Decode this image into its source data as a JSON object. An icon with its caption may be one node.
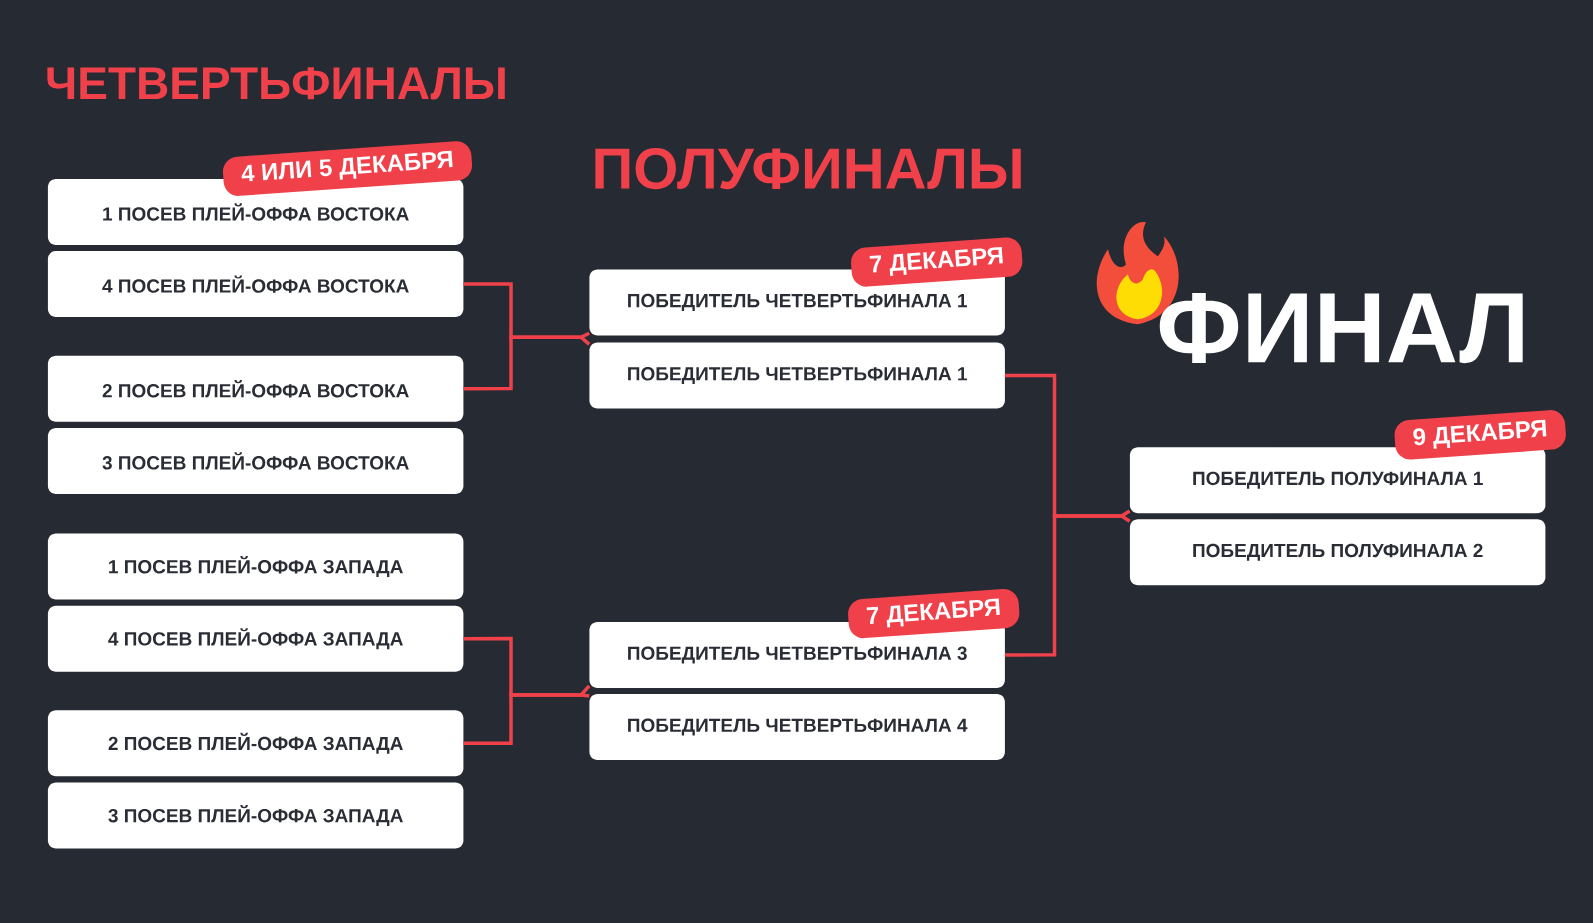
{
  "diagram": {
    "nodes": [
      {
        "text": [
          "1 ПОСЕВ ПЛЕЙ-ОФФА ВОСТОКА"
        ],
        "beside": [
          "4 ИЛИ 5 ДЕКАБРЯ"
        ]
      },
      {
        "text": [
          "4 ПОСЕВ ПЛЕЙ-ОФФА ВОСТОКА"
        ]
      },
      {
        "text": [
          "2 ПОСЕВ ПЛЕЙ-ОФФА ВОСТОКА"
        ]
      },
      {
        "text": [
          "3 ПОСЕВ ПЛЕЙ-ОФФА ВОСТОКА"
        ]
      },
      {
        "text": [
          "1 ПОСЕВ ПЛЕЙ-ОФФА ЗАПАДА"
        ]
      },
      {
        "text": [
          "4 ПОСЕВ ПЛЕЙ-ОФФА ЗАПАДА"
        ]
      },
      {
        "text": [
          "2 ПОСЕВ ПЛЕЙ-ОФФА ЗАПАДА"
        ]
      },
      {
        "text": [
          "3 ПОСЕВ ПЛЕЙ-ОФФА ЗАПАДА"
        ]
      },
      {
        "text": [
          "ПОБЕДИТЕЛЬ ЧЕТВЕРТЬФИНАЛА 1"
        ],
        "beside": [
          "7 ДЕКАБРЯ"
        ]
      },
      {
        "text": [
          "ПОБЕДИТЕЛЬ ЧЕТВЕРТЬФИНАЛА 1"
        ]
      },
      {
        "text": [
          "ПОБЕДИТЕЛЬ ЧЕТВЕРТЬФИНАЛА 3"
        ],
        "beside": [
          "7 ДЕКАБРЯ"
        ]
      },
      {
        "text": [
          "ПОБЕДИТЕЛЬ ЧЕТВЕРТЬФИНАЛА 4"
        ]
      },
      {
        "text": [
          "ПОБЕДИТЕЛЬ ПОЛУФИНАЛА 1"
        ],
        "beside": [
          "9 ДЕКАБРЯ"
        ]
      },
      {
        "text": [
          "ПОБЕДИТЕЛЬ ПОЛУФИНАЛА 2"
        ]
      }
    ],
    "edges": [
      {
        "from": 1,
        "to": 8,
        "arrow": "none",
        "color": "#f0414a"
      },
      {
        "from": 2,
        "to": 9,
        "arrow": "none",
        "color": "#f0414a"
      },
      {
        "from": 5,
        "to": 10,
        "arrow": "none",
        "color": "#f0414a"
      },
      {
        "from": 6,
        "to": 11,
        "arrow": "none",
        "color": "#f0414a"
      },
      {
        "from": 9,
        "to": 12,
        "arrow": "none",
        "color": "#f0414a"
      },
      {
        "from": 10,
        "to": 13,
        "arrow": "none",
        "color": "#f0414a"
      }
    ],
    "labels": [
      "ЧЕТВЕРТЬФИНАЛЫ",
      "ПОЛУФИНАЛЫ",
      "ФИНАЛ"
    ]
  }
}
